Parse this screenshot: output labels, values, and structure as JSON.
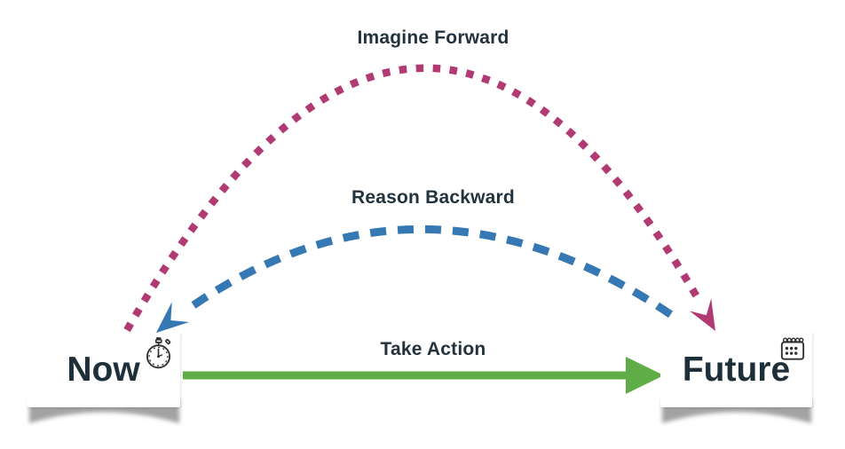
{
  "diagram": {
    "labels": {
      "imagine_forward": "Imagine Forward",
      "reason_backward": "Reason Backward",
      "take_action": "Take Action"
    },
    "nodes": {
      "now": {
        "label": "Now",
        "icon": "stopwatch-icon"
      },
      "future": {
        "label": "Future",
        "icon": "calendar-icon"
      }
    },
    "arrows": [
      {
        "name": "imagine-forward-arc",
        "from": "now",
        "to": "future",
        "style": "dotted",
        "color": "#b23a73"
      },
      {
        "name": "reason-backward-arc",
        "from": "future",
        "to": "now",
        "style": "dashed",
        "color": "#3678b4"
      },
      {
        "name": "take-action-arrow",
        "from": "now",
        "to": "future",
        "style": "solid",
        "color": "#5fad46"
      }
    ],
    "colors": {
      "imagine_arc": "#b23a73",
      "reason_arc": "#3678b4",
      "action_arrow": "#5fad46",
      "text": "#22333d",
      "card_bg": "#ffffff",
      "shadow": "#8c8c8c",
      "icon_stroke": "#2f2f2f"
    }
  }
}
